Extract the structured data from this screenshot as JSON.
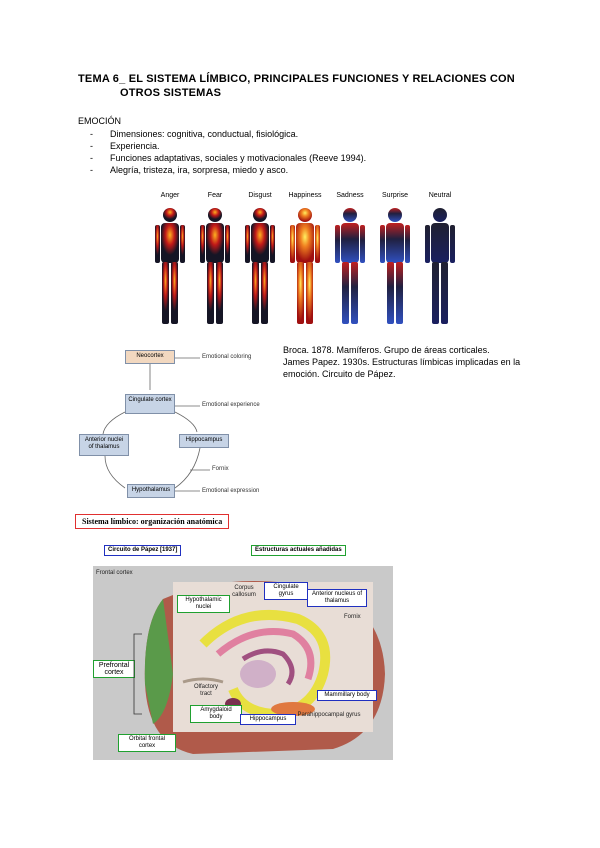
{
  "title": {
    "line1": "TEMA 6_ EL SISTEMA LÍMBICO, PRINCIPALES FUNCIONES Y RELACIONES CON",
    "line2": "OTROS SISTEMAS"
  },
  "section_heading": "EMOCIÓN",
  "bullets": [
    "Dimensiones: cognitiva, conductual, fisiológica.",
    "Experiencia.",
    "Funciones adaptativas, sociales y motivacionales (Reeve 1994).",
    "Alegría, tristeza, ira, sorpresa, miedo y asco."
  ],
  "emotions": [
    "Anger",
    "Fear",
    "Disgust",
    "Happiness",
    "Sadness",
    "Surprise",
    "Neutral"
  ],
  "note": {
    "line1": "Broca. 1878. Mamíferos. Grupo de áreas corticales.",
    "line2": "James Papez. 1930s. Estructuras límbicas implicadas en la emoción. Circuito de Pápez."
  },
  "papez_diagram": {
    "neocortex": "Neocortex",
    "cingulate": "Cingulate cortex",
    "anterior": "Anterior nuclei of thalamus",
    "hippocampus": "Hippocampus",
    "hypothalamus": "Hypothalamus",
    "emotional_coloring": "Emotional coloring",
    "emotional_experience": "Emotional experience",
    "fornix": "Fornix",
    "emotional_expression": "Emotional expression"
  },
  "anatomy_title": "Sistema límbico: organización anatómica",
  "brain": {
    "legend_papez": "Circuito de Pápez [1937]",
    "legend_actual": "Estructuras actuales añadidas",
    "frontal_cortex": "Frontal cortex",
    "hypothalamic": "Hypothalamic nuclei",
    "corpus": "Corpus callosum",
    "cingulate": "Cingulate gyrus",
    "anterior": "Anterior nucleus of thalamus",
    "fornix": "Fornix",
    "prefrontal": "Prefrontal cortex",
    "olfactory": "Olfactory tract",
    "mammillary": "Mammillary body",
    "amygdaloid": "Amygdaloid body",
    "hippocampus": "Hippocampus",
    "parahippocampal": "Parahippocampal gyrus",
    "orbital": "Orbital frontal cortex"
  },
  "colors": {
    "box_red": "#e03030",
    "box_blue": "#2030c0",
    "box_green": "#20a030"
  }
}
